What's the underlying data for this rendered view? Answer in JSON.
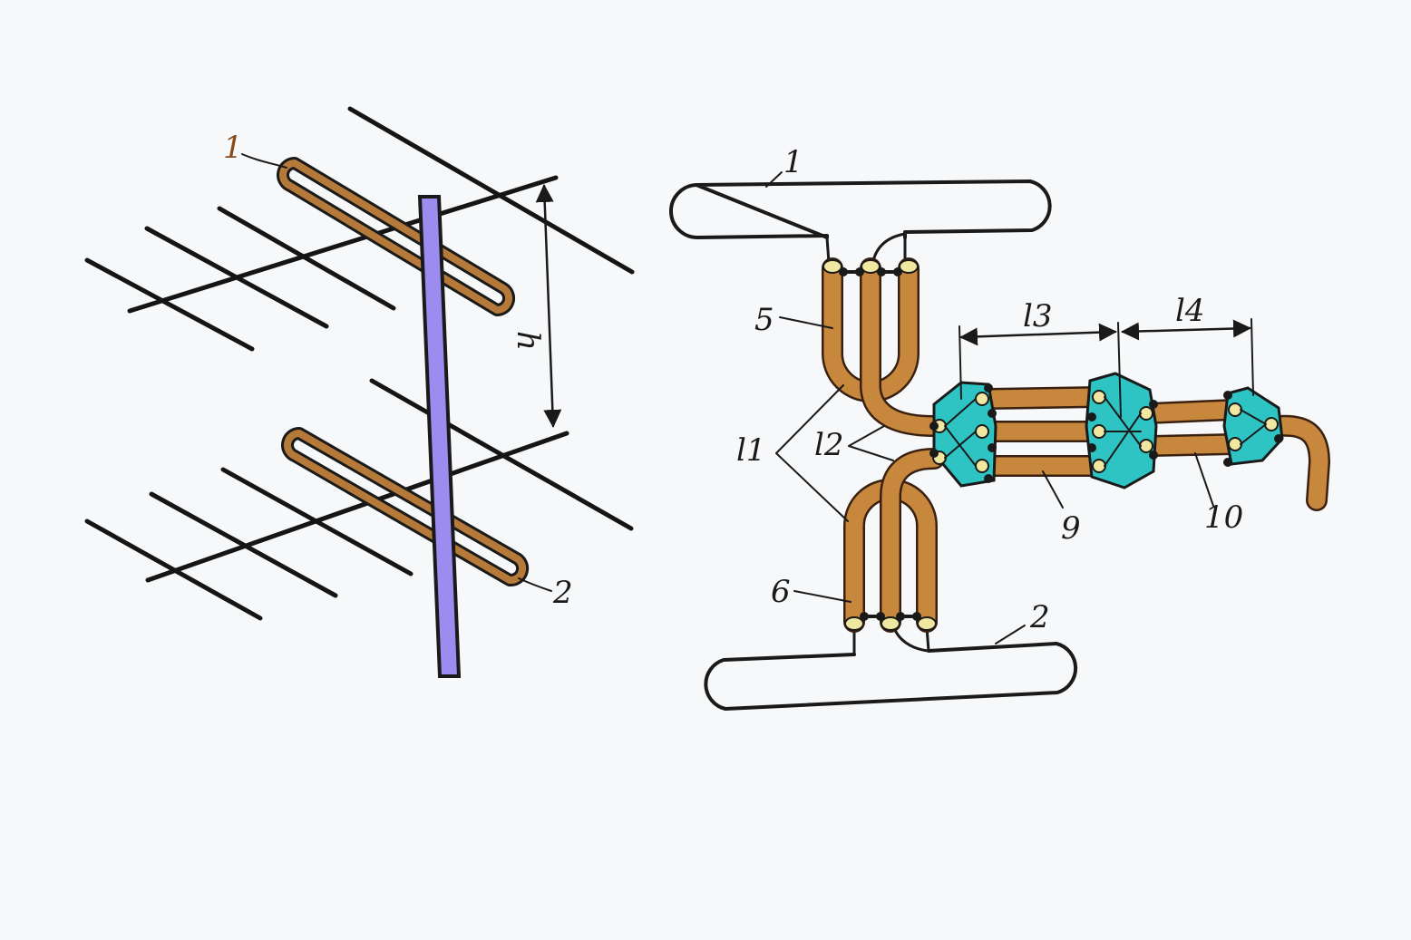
{
  "figure_left": {
    "labels": {
      "upper_antenna": "1",
      "lower_antenna": "2",
      "spacing": "h"
    }
  },
  "figure_right": {
    "labels": {
      "dipole_top": "1",
      "dipole_bottom": "2",
      "cable_top": "5",
      "cable_bottom": "6",
      "length_1": "l1",
      "length_2": "l2",
      "length_3": "l3",
      "length_4": "l4",
      "transformer_9": "9",
      "transformer_10": "10"
    }
  },
  "colors": {
    "mast": "#9d8cf0",
    "cable": "#c7873d",
    "transformer": "#2ec4c4",
    "ink": "#1a1a1a"
  }
}
